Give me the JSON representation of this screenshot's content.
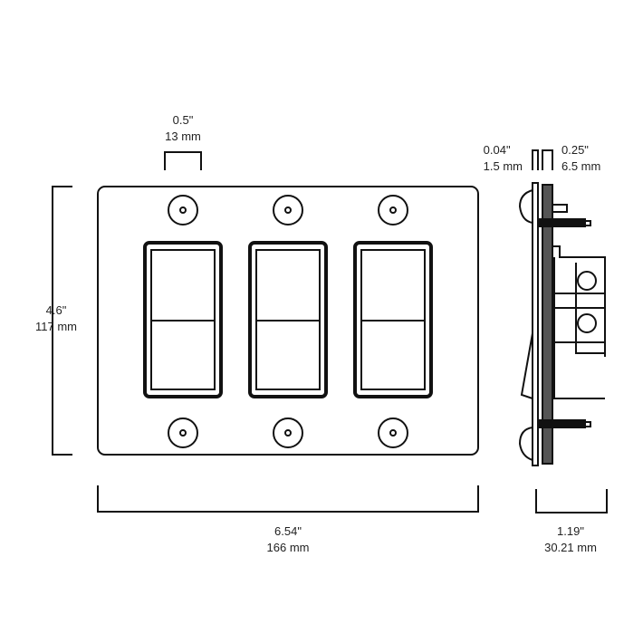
{
  "dimensions": {
    "rocker_width": {
      "in": "0.5\"",
      "mm": "13 mm"
    },
    "height": {
      "in": "4.6\"",
      "mm": "117 mm"
    },
    "width": {
      "in": "6.54\"",
      "mm": "166 mm"
    },
    "plate_thickness": {
      "in": "0.04\"",
      "mm": "1.5 mm"
    },
    "backplate_thickness": {
      "in": "0.25\"",
      "mm": "6.5 mm"
    },
    "depth": {
      "in": "1.19\"",
      "mm": "30.21 mm"
    }
  },
  "colors": {
    "line": "#111111",
    "backplate": "#555555"
  }
}
